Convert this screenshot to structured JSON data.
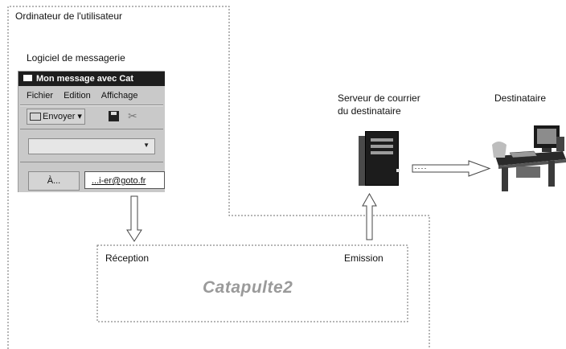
{
  "user_computer_label": "Ordinateur de l'utilisateur",
  "mail_software_label": "Logiciel de messagerie",
  "mail_window": {
    "title": "Mon message avec Cat",
    "menu": [
      "Fichier",
      "Edition",
      "Affichage"
    ],
    "send_button": "Envoyer",
    "to_button": "À...",
    "to_value": "...i-er@goto.fr"
  },
  "server_label_line1": "Serveur de courrier",
  "server_label_line2": "du destinataire",
  "recipient_label": "Destinataire",
  "reception_label": "Réception",
  "emission_label": "Emission",
  "logo_text": "Catapulte2",
  "colors": {
    "line": "#6e6e6e",
    "arrow_fill": "#ffffff",
    "logo": "#9a9a9a"
  },
  "icons": [
    "envelope-icon",
    "save-icon",
    "cut-icon",
    "server-icon",
    "workstation-icon"
  ]
}
